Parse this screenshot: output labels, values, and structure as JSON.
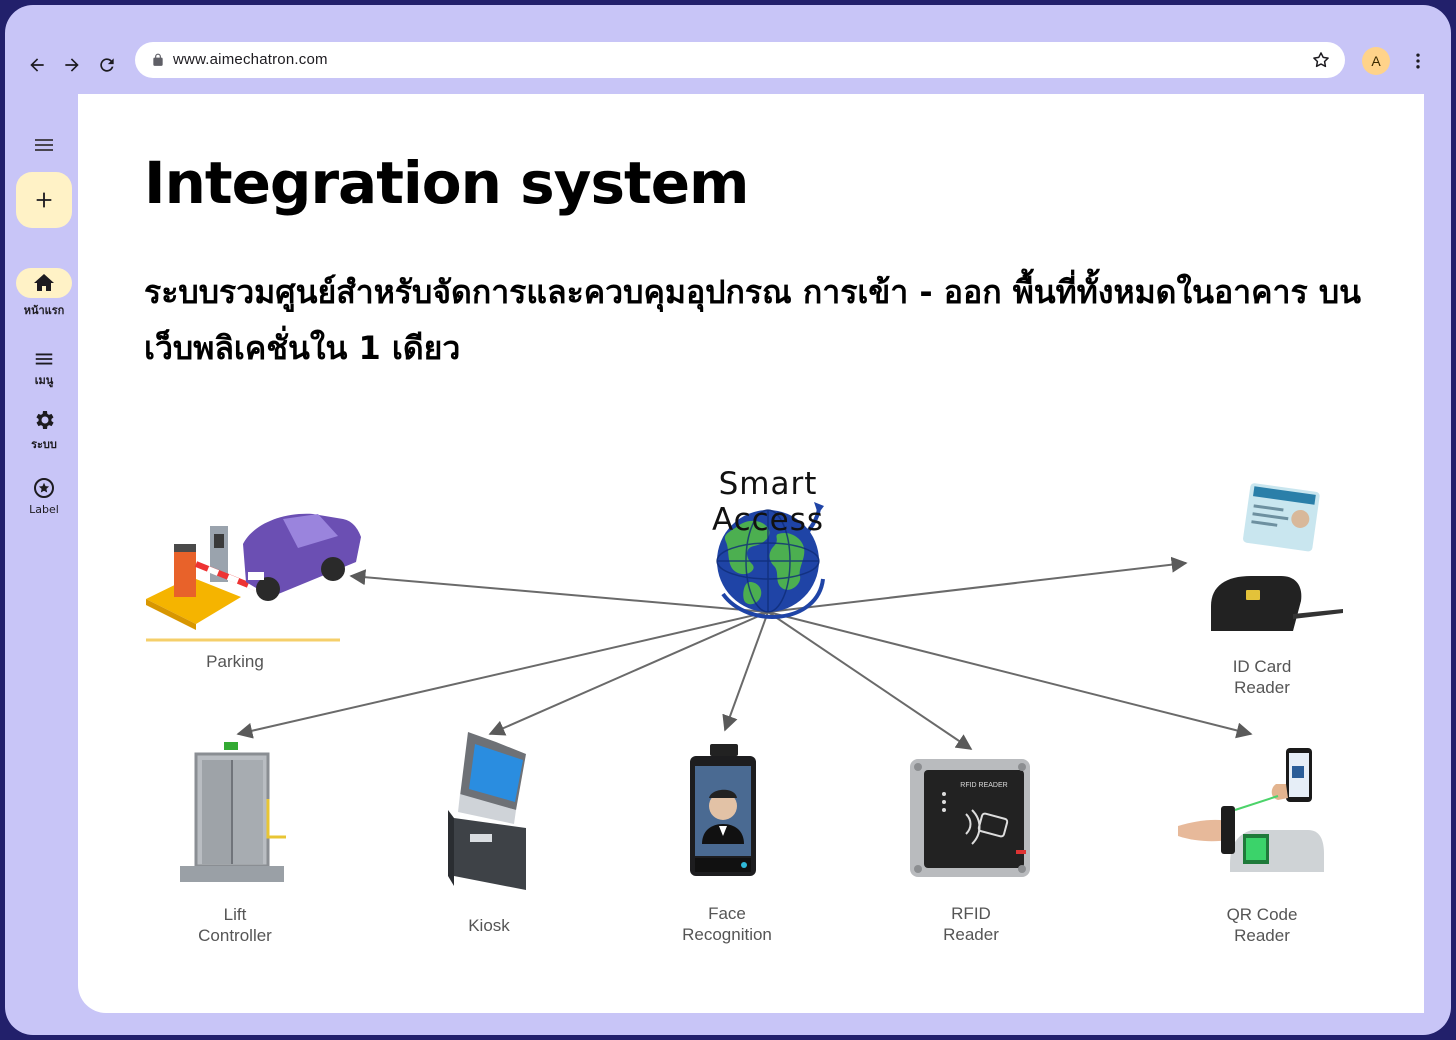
{
  "browser": {
    "url": "www.aimechatron.com",
    "avatar_letter": "A",
    "accent": "#c8c5f7"
  },
  "sidebar": {
    "items": [
      {
        "label": "หน้าแรก",
        "icon": "home-icon",
        "active": true
      },
      {
        "label": "เมนู",
        "icon": "menu-icon",
        "active": false
      },
      {
        "label": "ระบบ",
        "icon": "gear-icon",
        "active": false
      },
      {
        "label": "Label",
        "icon": "star-circle-icon",
        "active": false
      }
    ]
  },
  "main": {
    "title": "Integration system",
    "subtitle": "ระบบรวมศูนย์สำหรับจัดการและควบคุมอุปกรณ การเข้า - ออก พื้นที่ทั้งหมดในอาคาร บนเว็บพลิเคชั่นใน 1 เดียว"
  },
  "diagram": {
    "hub": "Smart Access",
    "nodes": {
      "parking": "Parking",
      "id_card_1": "ID Card",
      "id_card_2": "Reader",
      "lift_1": "Lift",
      "lift_2": "Controller",
      "kiosk": "Kiosk",
      "face_1": "Face",
      "face_2": "Recognition",
      "rfid_1": "RFID",
      "rfid_2": "Reader",
      "qr_1": "QR Code",
      "qr_2": "Reader"
    },
    "rfid_plate": "RFID READER"
  }
}
